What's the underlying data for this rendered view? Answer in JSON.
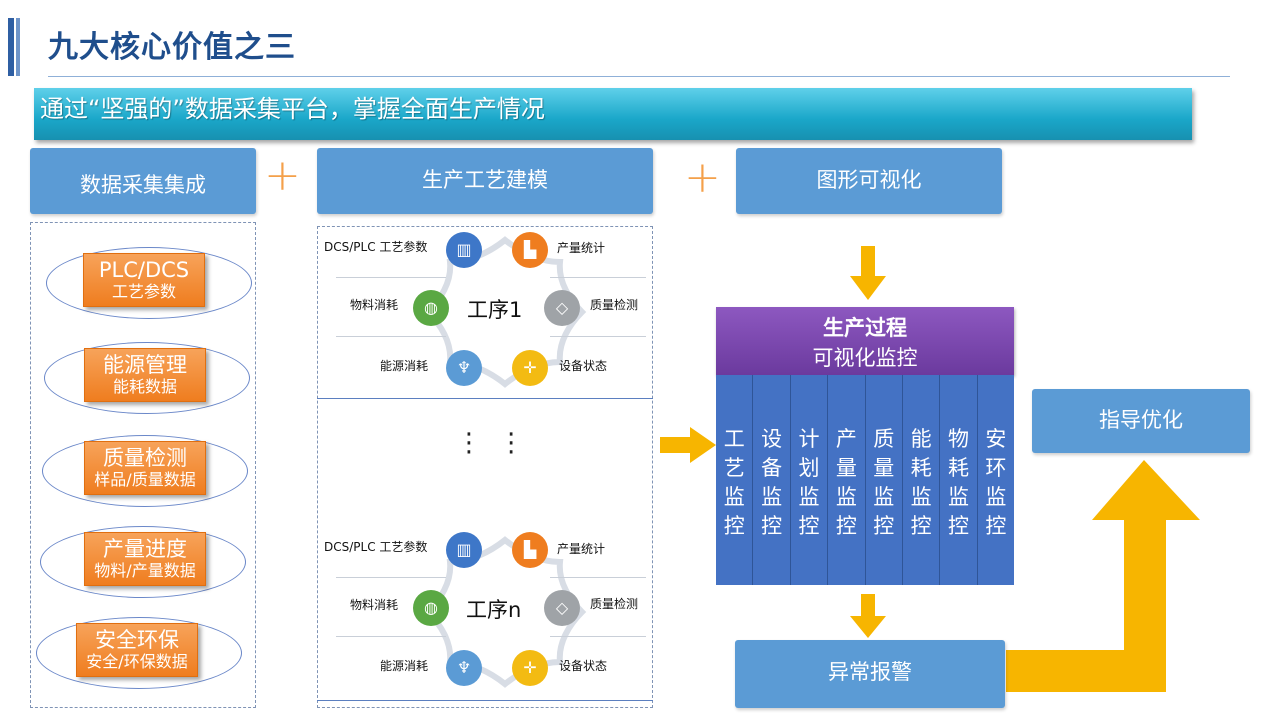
{
  "title": "九大核心价值之三",
  "banner": "通过“坚强的”数据采集平台，掌握全面生产情况",
  "headers": {
    "data_collection": "数据采集集成",
    "process_modeling": "生产工艺建模",
    "visualization": "图形可视化"
  },
  "plus_sign": "+",
  "collection_items": [
    {
      "title": "PLC/DCS",
      "sub": "工艺参数"
    },
    {
      "title": "能源管理",
      "sub": "能耗数据"
    },
    {
      "title": "质量检测",
      "sub": "样品/质量数据"
    },
    {
      "title": "产量进度",
      "sub": "物料/产量数据"
    },
    {
      "title": "安全环保",
      "sub": "安全/环保数据"
    }
  ],
  "process_1": {
    "center": "工序1",
    "params": "DCS/PLC 工艺参数",
    "output": "产量统计",
    "material": "物料消耗",
    "quality": "质量检测",
    "energy": "能源消耗",
    "equipment": "设备状态"
  },
  "process_n": {
    "center": "工序n",
    "params": "DCS/PLC 工艺参数",
    "output": "产量统计",
    "material": "物料消耗",
    "quality": "质量检测",
    "energy": "能源消耗",
    "equipment": "设备状态"
  },
  "ellipsis": "⋮ ⋮",
  "visual_monitor": {
    "title": "生产过程",
    "subtitle": "可视化监控",
    "columns": [
      "工\n艺\n监\n控",
      "设\n备\n监\n控",
      "计\n划\n监\n控",
      "产\n量\n监\n控",
      "质\n量\n监\n控",
      "能\n耗\n监\n控",
      "物\n耗\n监\n控",
      "安\n环\n监\n控"
    ]
  },
  "alarm": "异常报警",
  "guide": "指导优化",
  "colors": {
    "accent_blue": "#5b9bd5",
    "banner_cyan": "#1aa7c9",
    "orange": "#ef7d1f",
    "purple": "#7b47ad",
    "monitor_blue": "#4472c4",
    "arrow_yellow": "#f7b500"
  }
}
